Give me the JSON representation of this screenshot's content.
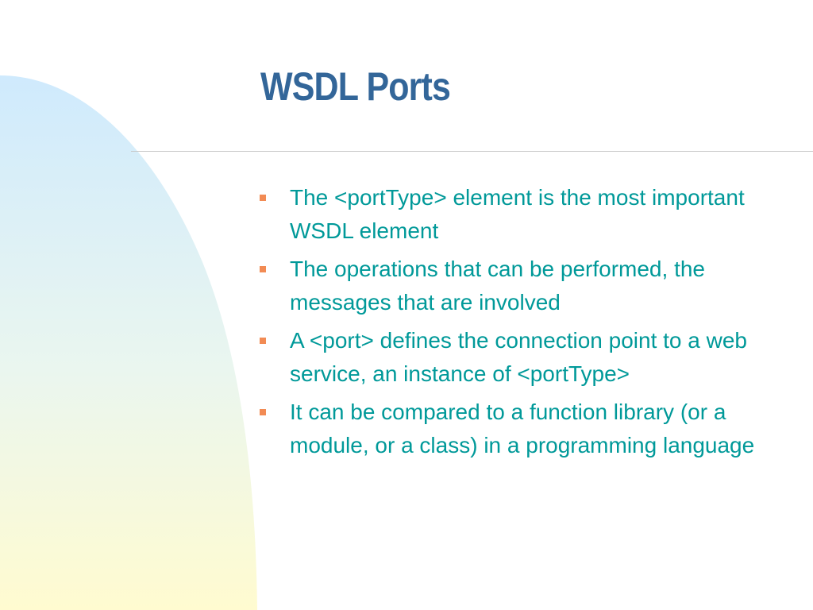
{
  "slide": {
    "title": "WSDL Ports",
    "bullets": [
      {
        "text": "The <portType> element is the most important WSDL element"
      },
      {
        "text": "The operations that can be performed, the messages that are involved"
      },
      {
        "text": "A <port> defines the connection point to a web service, an instance of <portType>"
      },
      {
        "text": "It can be compared to a function library (or a module, or a class) in a programming language"
      }
    ]
  },
  "colors": {
    "title": "#336699",
    "body_text": "#009999",
    "bullet_marker": "#f28b54",
    "rule": "#c8c8c8",
    "arc_gradient_top": "#cfeafd",
    "arc_gradient_bottom": "#fffbd0"
  },
  "decoration": {
    "left_arc": "light gradient quarter-ellipse, blue at top fading to pale yellow at bottom"
  }
}
